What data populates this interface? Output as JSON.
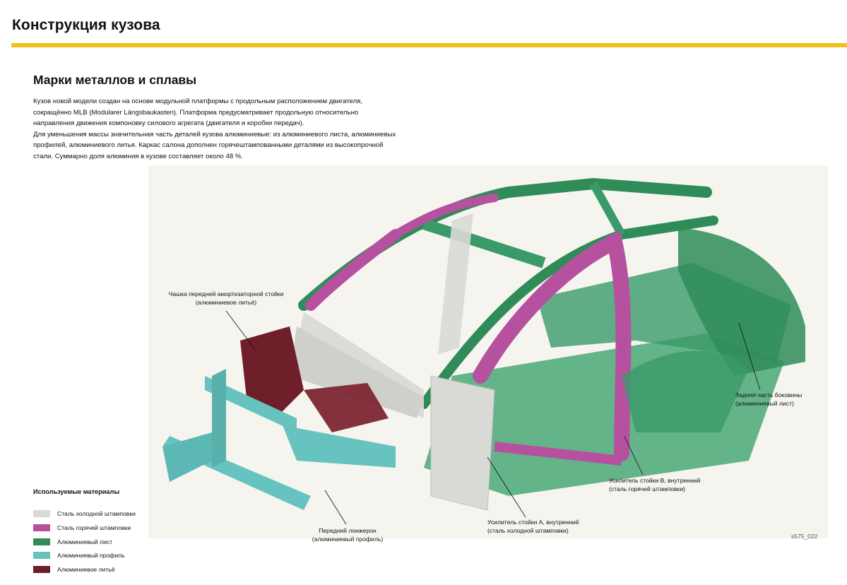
{
  "header": {
    "title": "Конструкция кузова",
    "accent_color": "#f2c21a"
  },
  "section": {
    "title": "Марки металлов и сплавы",
    "paragraphs": [
      "Кузов новой модели создан на основе модульной платформы с продольным расположением двигателя, сокращённо MLB (Modularer Längsbaukasten). Платформа предусматривает продольную относительно направления движения компоновку силового агрегата (двигателя и коробки передач).",
      "Для уменьшения массы значительная часть деталей кузова алюминиевые: из алюминиевого листа, алюминиевых профилей, алюминиевого литья. Каркас салона дополнен горячештампованными деталями из высокопрочной стали. Суммарно доля алюминия в кузове составляет около 48 %."
    ]
  },
  "figure": {
    "ref": "s575_022",
    "callouts": {
      "strut_tower": {
        "line1": "Чашка передней амортизаторной стойки",
        "line2": "(алюминиевое литьё)"
      },
      "rear_side": {
        "line1": "Задняя часть боковины",
        "line2": "(алюминиевый лист)"
      },
      "b_pillar": {
        "line1": "Усилитель стойки В, внутренний",
        "line2": "(сталь горячей штамповки)"
      },
      "a_pillar": {
        "line1": "Усилитель стойки А, внутренний",
        "line2": "(сталь холодной штамповки)"
      },
      "front_rail": {
        "line1": "Передний лонжерон",
        "line2": "(алюминиевый профиль)"
      }
    }
  },
  "legend": {
    "title": "Используемые материалы",
    "items": [
      {
        "label": "Сталь холодной штамповки",
        "color": "#d9d9d6"
      },
      {
        "label": "Сталь горячей штамповки",
        "color": "#b5519f"
      },
      {
        "label": "Алюминиевый лист",
        "color": "#2f8c59"
      },
      {
        "label": "Алюминиевый профиль",
        "color": "#66c3bf"
      },
      {
        "label": "Алюминиевое литьё",
        "color": "#6e1f2a"
      }
    ]
  }
}
